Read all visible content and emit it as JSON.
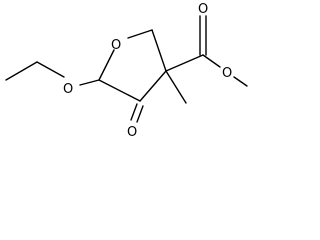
{
  "molecule": {
    "atoms": {
      "ring_oxygen": "O",
      "ethoxy_oxygen": "O",
      "ketone_oxygen": "O",
      "ester_carbonyl_oxygen": "O",
      "ester_oxygen": "O"
    },
    "colors": {
      "bond": "#000000",
      "label": "#000000",
      "background": "#ffffff"
    }
  }
}
